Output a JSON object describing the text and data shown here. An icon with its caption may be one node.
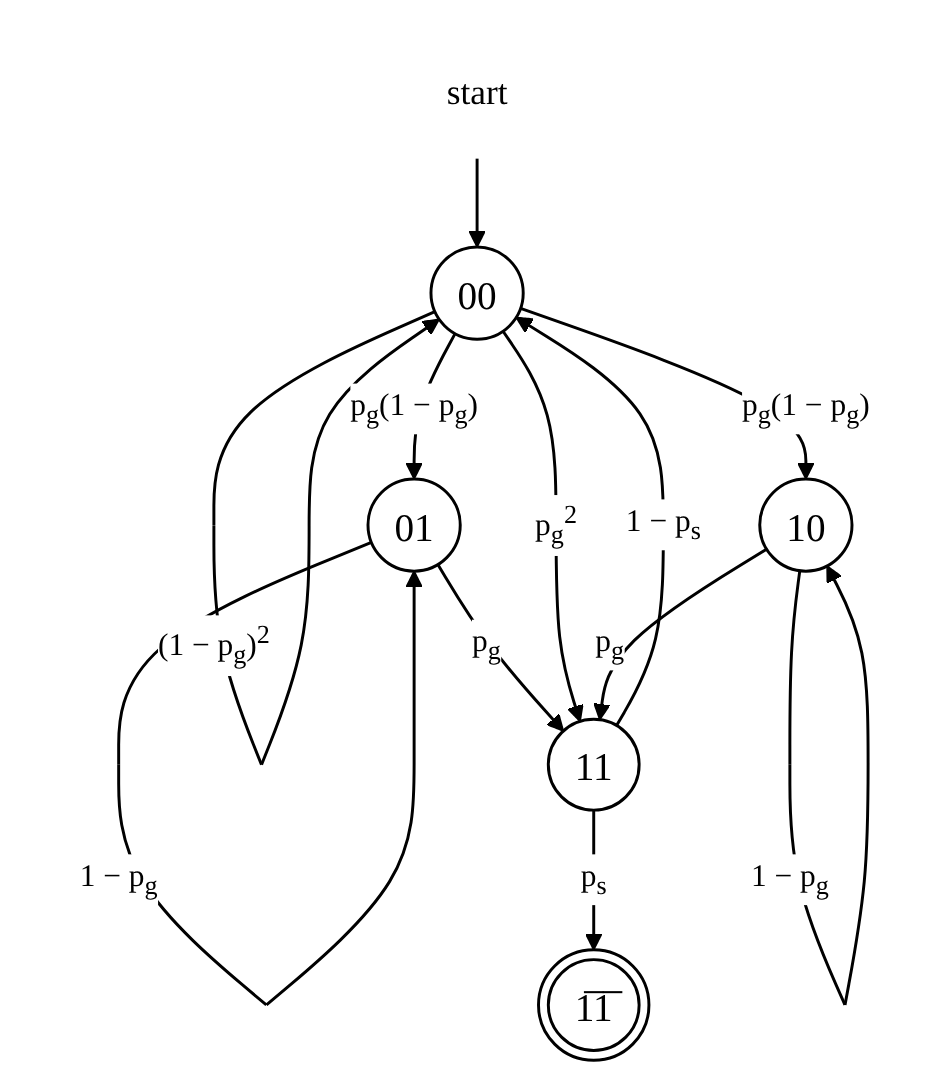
{
  "diagram": {
    "nodes": [
      {
        "text": [
          "start"
        ]
      },
      {
        "text": [
          "00"
        ]
      },
      {
        "text": [
          "01"
        ]
      },
      {
        "text": [
          "10"
        ]
      },
      {
        "text": [
          "11"
        ]
      },
      {
        "text": [
          "1̅1̅"
        ]
      }
    ],
    "edges": [
      {
        "from": 1,
        "to": 1,
        "arrow": "to",
        "label": "(1 − p$_{g}$)$^{2}$"
      },
      {
        "from": 0,
        "to": 1,
        "arrow": "to"
      },
      {
        "from": 1,
        "to": 2,
        "arrow": "to",
        "label": "p$_{g}$(1 − p$_{g}$)"
      },
      {
        "from": 1,
        "to": 3,
        "arrow": "to",
        "label": "p$_{g}$(1 − p$_{g}$)"
      },
      {
        "from": 2,
        "to": 2,
        "arrow": "to",
        "label": "1 − p$_{g}$"
      },
      {
        "from": 3,
        "to": 3,
        "arrow": "to",
        "label": "1 − p$_{g}$"
      },
      {
        "from": 2,
        "to": 4,
        "arrow": "to",
        "label": "p$_{g}$"
      },
      {
        "from": 4,
        "to": 1,
        "arrow": "to",
        "label": "1 − p$_{s}$"
      },
      {
        "from": 1,
        "to": 4,
        "arrow": "to",
        "label": "p$_{g}$$^{2}$"
      },
      {
        "from": 3,
        "to": 4,
        "arrow": "to",
        "label": "p$_{g}$"
      },
      {
        "from": 4,
        "to": 5,
        "arrow": "to",
        "label": "p$_{s}$"
      }
    ]
  }
}
